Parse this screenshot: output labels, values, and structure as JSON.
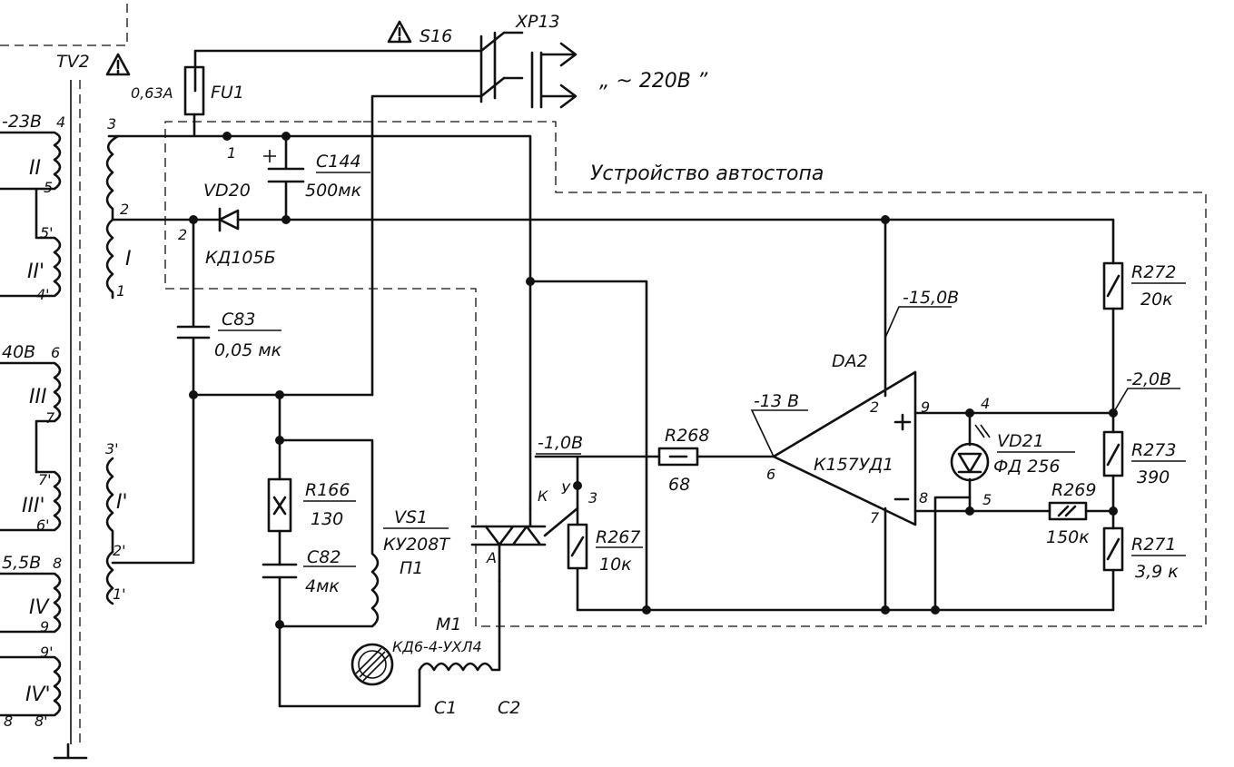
{
  "transformer": {
    "ref": "TV2",
    "primary_roman": "I",
    "secondary_primary_roman": "I'"
  },
  "fuse": {
    "ref": "FU1",
    "rating": "0,63A"
  },
  "switch": {
    "ref": "S16"
  },
  "plug": {
    "ref": "XP13",
    "voltage": "„ ~ 220В ”"
  },
  "autostop_label": "Устройство автостопа",
  "c144": {
    "ref": "C144",
    "value": "500мк"
  },
  "vd20": {
    "ref": "VD20",
    "part": "КД105Б"
  },
  "c83": {
    "ref": "C83",
    "value": "0,05 мк"
  },
  "r166": {
    "ref": "R166",
    "value": "130"
  },
  "c82": {
    "ref": "C82",
    "value": "4мк"
  },
  "vs1": {
    "ref": "VS1",
    "part": "КУ208Т",
    "grade": "П1"
  },
  "m1": {
    "ref": "M1",
    "part": "КД6-4-УХЛ4",
    "c1": "C1",
    "c2": "C2"
  },
  "r268": {
    "ref": "R268",
    "value": "68"
  },
  "r267": {
    "ref": "R267",
    "value": "10к"
  },
  "da2": {
    "ref": "DA2",
    "part": "К157УД1"
  },
  "vd21": {
    "ref": "VD21",
    "part": "ФД 256"
  },
  "r272": {
    "ref": "R272",
    "value": "20к"
  },
  "r273": {
    "ref": "R273",
    "value": "390"
  },
  "r269": {
    "ref": "R269",
    "value": "150к"
  },
  "r271": {
    "ref": "R271",
    "value": "3,9 к"
  },
  "voltages": {
    "v_minus15": "-15,0В",
    "v_minus2": "-2,0В",
    "v_minus13": "-13 В",
    "v_minus1": "-1,0В"
  },
  "left_windings": {
    "w_2_voltage": "-23В",
    "w_2_pin_top": "4",
    "w_2_pin_bot": "5",
    "w_2_roman": "II",
    "w_2p_pin_top": "5'",
    "w_2p_roman": "II'",
    "w_2p_pin_bot": "4'",
    "w_3_voltage": "40В",
    "w_3_pin_top": "6",
    "w_3_roman": "III",
    "w_3_pin_bot": "7",
    "w_3p_pin_top": "7'",
    "w_3p_roman": "III'",
    "w_3p_pin_bot": "6'",
    "w_4_voltage": "5,5В",
    "w_4_pin_top": "8",
    "w_4_roman": "IV",
    "w_4_pin_bot": "9",
    "w_4p_pin_top": "9'",
    "w_4p_roman": "IV'",
    "w_4p_pin_8": "8",
    "w_4p_pin_8p": "8'"
  },
  "primary_pins": {
    "p3": "3",
    "p2": "2",
    "p1": "1",
    "p3p": "3'",
    "p2p": "2'",
    "p1p": "1'"
  },
  "node_labels": {
    "n1": "1",
    "n2": "2",
    "k": "К",
    "y": "У",
    "a": "А",
    "vs_pin3": "3",
    "opamp_in": "6",
    "op_p2": "2",
    "op_p9": "9",
    "op_p7": "7",
    "op_p4": "4",
    "op_p8": "8",
    "op_p5": "5"
  },
  "colors": {
    "ink": "#111111",
    "paper": "#ffffff"
  }
}
